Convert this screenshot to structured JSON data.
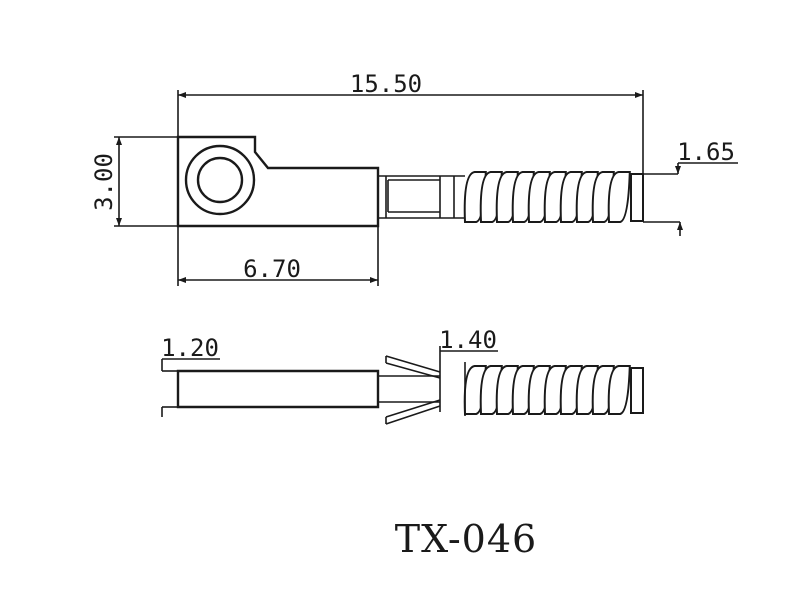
{
  "dimensions": {
    "total_length": "15.50",
    "height": "3.00",
    "body_length": "6.70",
    "spring_diameter": "1.65",
    "thickness": "1.20",
    "spring_wire": "1.40"
  },
  "part_number": "TX-046",
  "colors": {
    "line": "#1a1a1a",
    "background": "#ffffff"
  }
}
